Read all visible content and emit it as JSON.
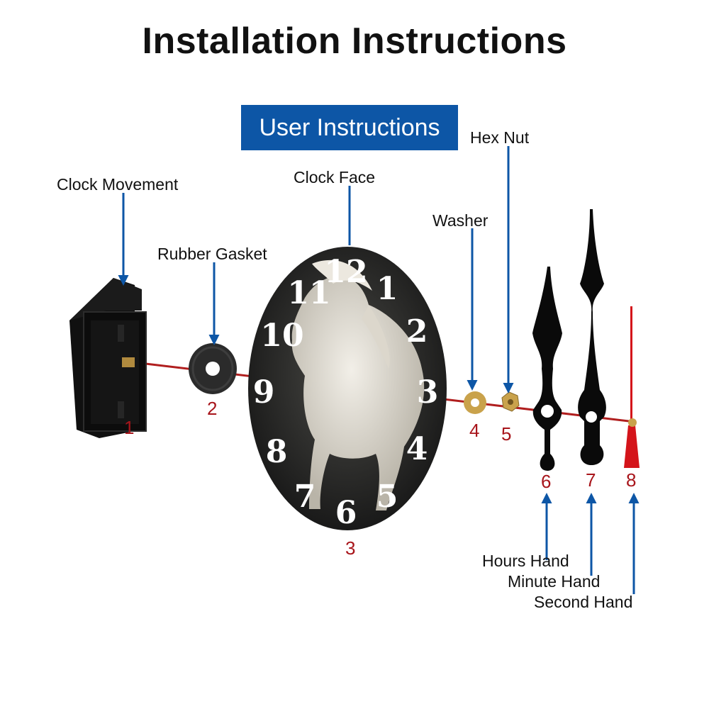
{
  "title": "Installation Instructions",
  "badge": "User Instructions",
  "colors": {
    "badge": "#0d56a6",
    "arrow": "#0d56a6",
    "shaft": "#b01e1e",
    "number": "#a8151b",
    "second_hand": "#d4141a"
  },
  "parts": [
    {
      "number": "1",
      "label": "Clock Movement",
      "icon": "clock-movement-icon"
    },
    {
      "number": "2",
      "label": "Rubber Gasket",
      "icon": "rubber-gasket-icon"
    },
    {
      "number": "3",
      "label": "Clock Face",
      "icon": "clock-face-icon"
    },
    {
      "number": "4",
      "label": "Washer",
      "icon": "washer-icon"
    },
    {
      "number": "5",
      "label": "Hex Nut",
      "icon": "hex-nut-icon"
    },
    {
      "number": "6",
      "label": "Hours Hand",
      "icon": "hour-hand-icon"
    },
    {
      "number": "7",
      "label": "Minute Hand",
      "icon": "minute-hand-icon"
    },
    {
      "number": "8",
      "label": "Second Hand",
      "icon": "second-hand-icon"
    }
  ],
  "face_numerals": [
    "12",
    "1",
    "2",
    "3",
    "4",
    "5",
    "6",
    "7",
    "8",
    "9",
    "10",
    "11"
  ]
}
